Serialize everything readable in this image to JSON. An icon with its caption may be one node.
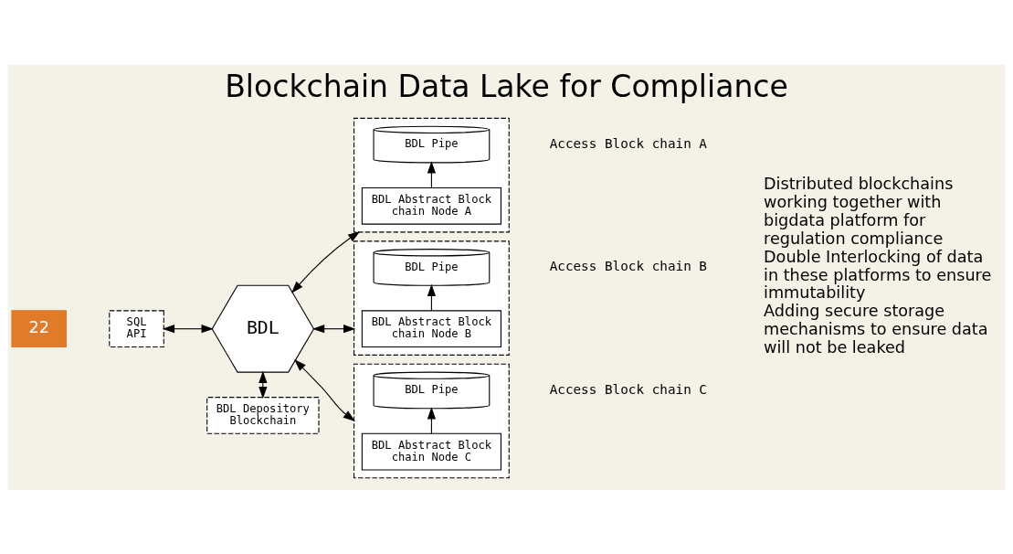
{
  "diagram": {
    "title": "Blockchain Data Lake for Compliance",
    "nodes": [
      {
        "text": [
          "SQL",
          "API"
        ]
      },
      {
        "text": [
          "BDL"
        ]
      },
      {
        "text": [],
        "shape": "box",
        "beside": [
          "Access Block chain A"
        ]
      },
      {
        "text": [
          "BDL Abstract Block chain Node A"
        ],
        "in": 2
      },
      {
        "text": [
          "BDL Pipe"
        ],
        "in": 2
      },
      {
        "text": [],
        "shape": "box",
        "beside": [
          "Access Block chain B"
        ]
      },
      {
        "text": [
          "BDL Abstract Block chain Node B"
        ],
        "in": 5
      },
      {
        "text": [
          "BDL Pipe"
        ],
        "in": 5
      },
      {
        "text": [],
        "shape": "box",
        "beside": [
          "Access Block chain C"
        ]
      },
      {
        "text": [
          "BDL Abstract Block chain Node C"
        ],
        "in": 8
      },
      {
        "text": [
          "BDL Pipe"
        ],
        "in": 8
      },
      {
        "text": [
          "BDL Depository Blockchain"
        ]
      }
    ],
    "edges": [
      {
        "from": 0,
        "to": 1,
        "arrow": "both"
      },
      {
        "from": 1,
        "to": 2,
        "arrow": "both"
      },
      {
        "from": 1,
        "to": 5,
        "arrow": "both"
      },
      {
        "from": 1,
        "to": 8,
        "arrow": "both"
      },
      {
        "from": 1,
        "to": 11,
        "arrow": "both"
      },
      {
        "from": 3,
        "to": 4,
        "arrow": "to"
      },
      {
        "from": 6,
        "to": 7,
        "arrow": "to"
      },
      {
        "from": 9,
        "to": 10,
        "arrow": "to"
      }
    ],
    "labels": [
      "22",
      "Distributed blockchains working together with bigdata platform for regulation compliance",
      "Double Interlocking of data in these platforms to ensure immutability",
      "Adding secure storage mechanisms to ensure data will not be leaked"
    ]
  }
}
